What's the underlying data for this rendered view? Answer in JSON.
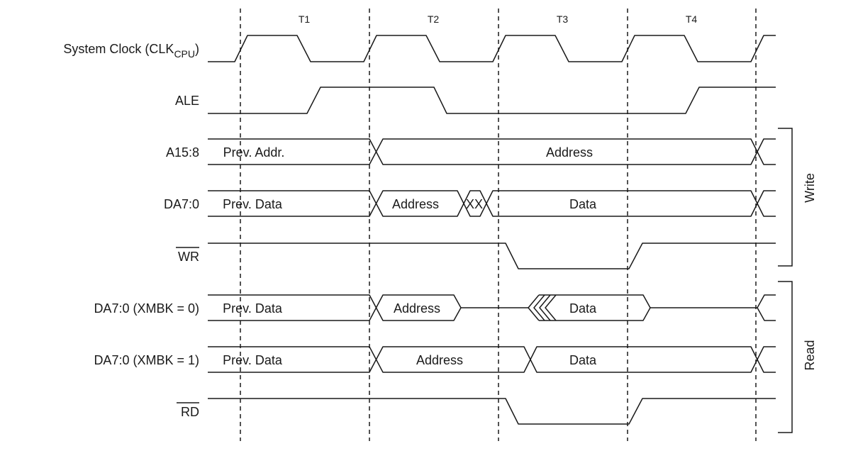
{
  "periods": [
    "T1",
    "T2",
    "T3",
    "T4"
  ],
  "signals": {
    "clk": {
      "name": "System Clock (CLK",
      "sub": "CPU",
      "close": ")"
    },
    "ale": "ALE",
    "a15": "A15:8",
    "da_write": "DA7:0",
    "wr": "WR",
    "da_xmbk0": "DA7:0 (XMBK = 0)",
    "da_xmbk1": "DA7:0 (XMBK = 1)",
    "rd": "RD"
  },
  "bus_values": {
    "a15": [
      "Prev. Addr.",
      "Address"
    ],
    "da_write": [
      "Prev. Data",
      "Address",
      "XX",
      "Data"
    ],
    "da_xmbk0": [
      "Prev. Data",
      "Address",
      "Data"
    ],
    "da_xmbk1": [
      "Prev. Data",
      "Address",
      "Data"
    ]
  },
  "groups": {
    "write": "Write",
    "read": "Read"
  }
}
